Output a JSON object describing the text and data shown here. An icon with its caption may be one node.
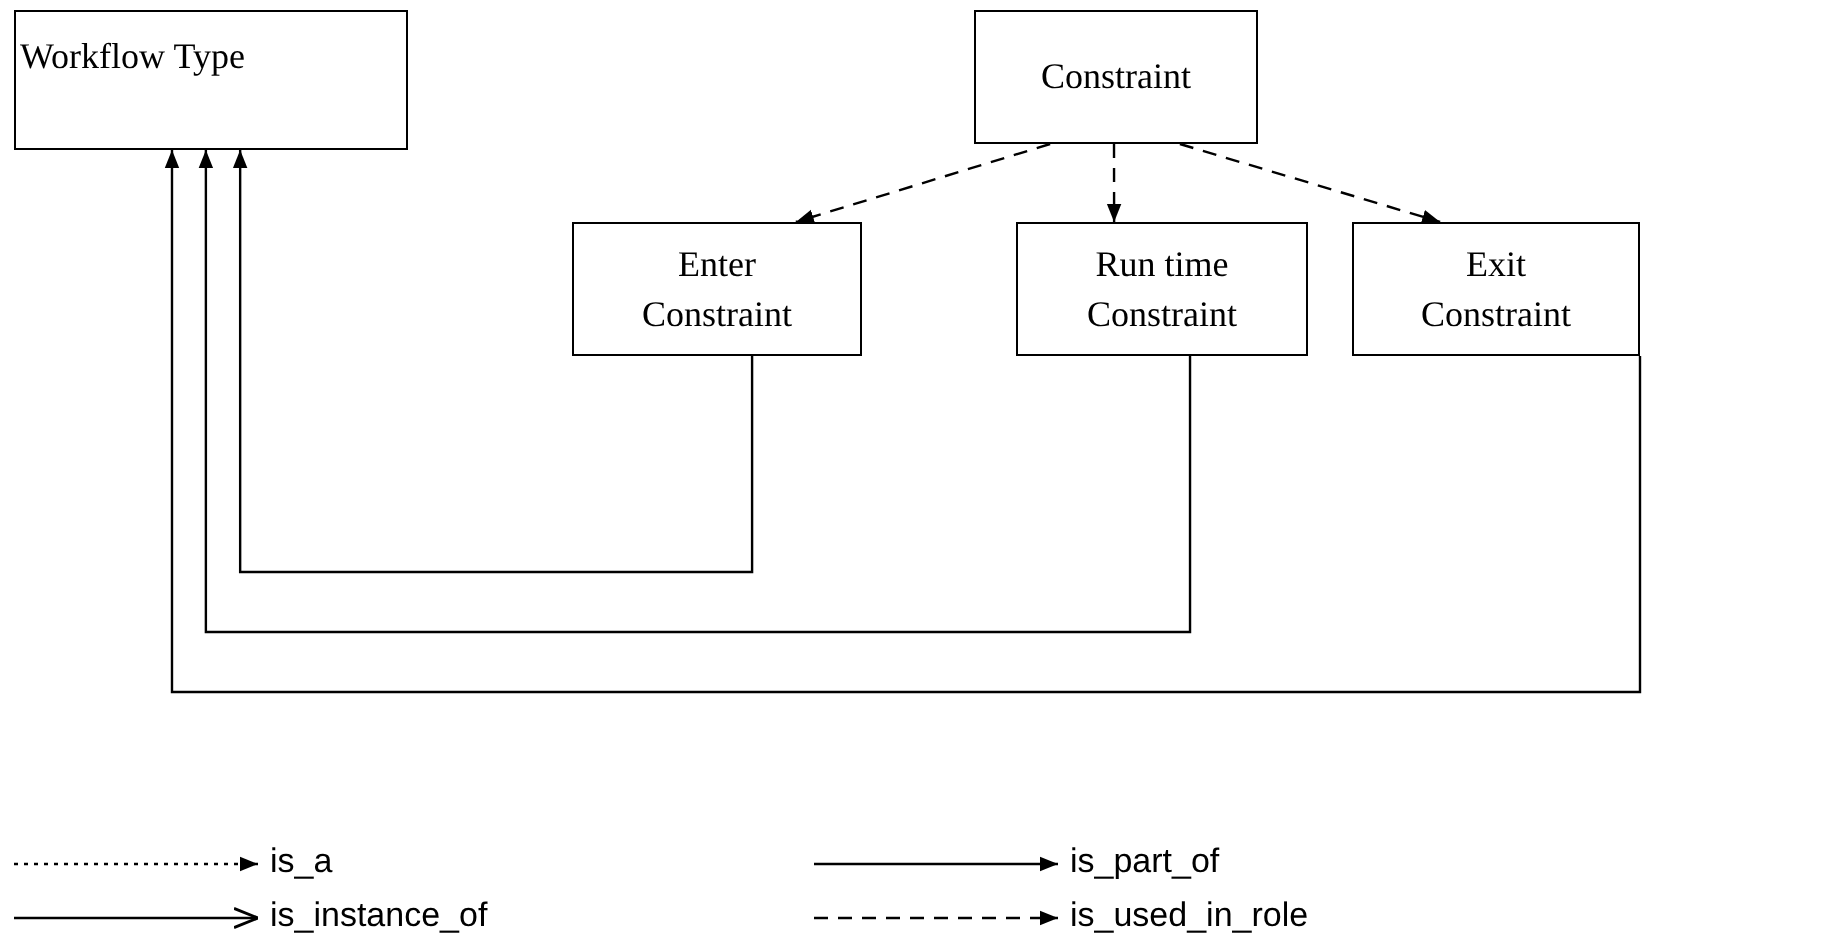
{
  "diagram": {
    "nodes": [
      {
        "text": [
          "Workflow Type"
        ]
      },
      {
        "text": [
          "Constraint"
        ]
      },
      {
        "text": [
          "Enter Constraint"
        ]
      },
      {
        "text": [
          "Run time Constraint"
        ]
      },
      {
        "text": [
          "Exit Constraint"
        ]
      }
    ],
    "edges": [
      {
        "from": 1,
        "to": 2,
        "arrow": "to",
        "style": "dashed"
      },
      {
        "from": 1,
        "to": 3,
        "arrow": "to",
        "style": "dashed"
      },
      {
        "from": 1,
        "to": 4,
        "arrow": "to",
        "style": "dashed"
      },
      {
        "from": 2,
        "to": 0,
        "arrow": "to"
      },
      {
        "from": 3,
        "to": 0,
        "arrow": "to"
      },
      {
        "from": 4,
        "to": 0,
        "arrow": "to"
      }
    ],
    "legend": [
      {
        "text": "is_a"
      },
      {
        "text": "is_part_of"
      },
      {
        "text": "is_instance_of"
      },
      {
        "text": "is_used_in_role"
      }
    ]
  }
}
